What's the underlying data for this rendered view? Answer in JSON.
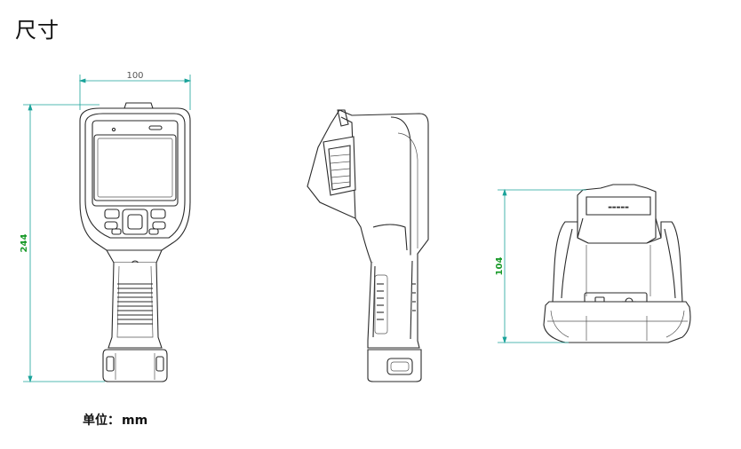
{
  "title": "尺寸",
  "unit_label": "单位：",
  "unit_value": "mm",
  "dimensions": {
    "width": "100",
    "height": "244",
    "depth": "104"
  },
  "colors": {
    "line": "#2a2a2a",
    "dimension_line": "#1aa39a",
    "dimension_text": "#1a9a2a"
  }
}
